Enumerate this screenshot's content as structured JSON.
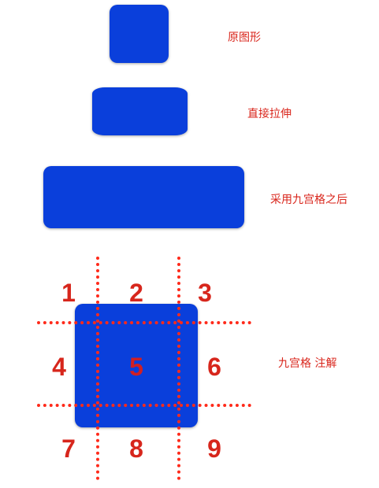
{
  "labels": {
    "original": "原图形",
    "stretched": "直接拉伸",
    "nine_patch": "采用九宫格之后",
    "annotation": "九宫格 注解"
  },
  "grid_numbers": [
    "1",
    "2",
    "3",
    "4",
    "5",
    "6",
    "7",
    "8",
    "9"
  ],
  "colors": {
    "shape_fill": "#0a3fdb",
    "label_text": "#d9261c",
    "grid_line": "#ff2a1a",
    "corner_number": "#d7261c",
    "center_number": "#d01f24"
  }
}
